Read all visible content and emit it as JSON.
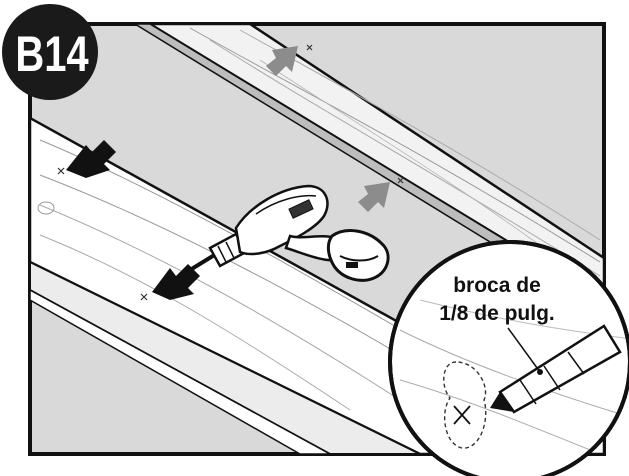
{
  "step": {
    "label": "B14"
  },
  "callout": {
    "line1": "broca de",
    "line2": "1/8 de pulg."
  },
  "icons": [
    "drill-icon",
    "arrow-icon",
    "drill-bit-icon",
    "pilot-hole-mark-icon"
  ],
  "colors": {
    "background_gray": "#d9d9d9",
    "wood": "#ffffff",
    "outline": "#111111",
    "arrow_black": "#111111",
    "arrow_gray": "#8c8c8c",
    "badge": "#1a1a1a",
    "badge_text": "#ffffff"
  }
}
